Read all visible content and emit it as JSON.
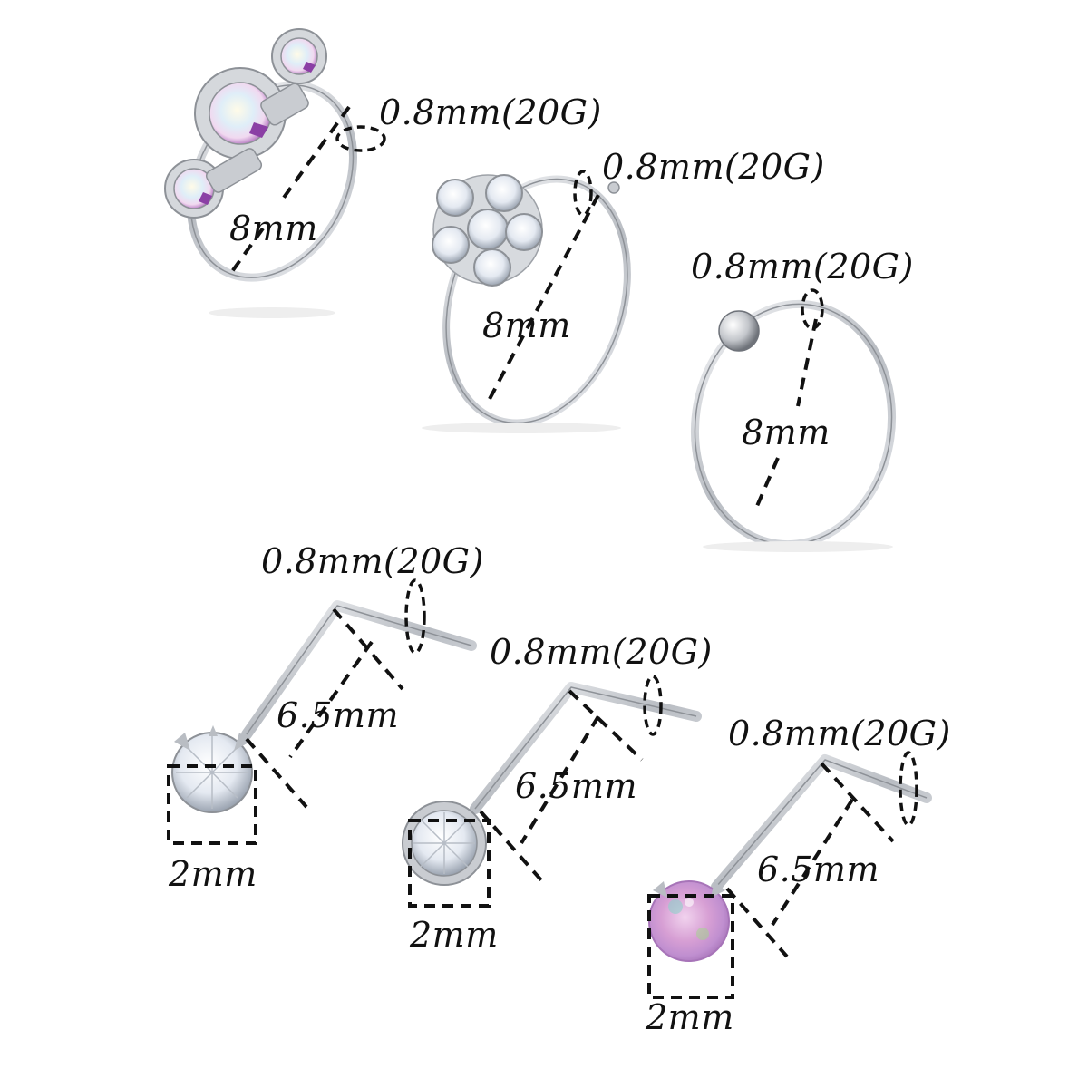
{
  "colors": {
    "background": "#ffffff",
    "metal": "#c9ccd1",
    "metal_dark": "#8d9197",
    "opal": "#d9a9d6",
    "crystal": "#eef2f8",
    "ink": "#111111"
  },
  "products": {
    "top": {
      "jeweled_ring": {
        "gauge_label": "0.8mm(20G)",
        "diameter_label": "8mm"
      },
      "flower_ring": {
        "gauge_label": "0.8mm(20G)",
        "diameter_label": "8mm"
      },
      "ball_ring": {
        "gauge_label": "0.8mm(20G)",
        "diameter_label": "8mm"
      }
    },
    "bottom": {
      "l_stud_prong": {
        "gauge_label": "0.8mm(20G)",
        "length_label": "6.5mm",
        "gem_label": "2mm"
      },
      "l_stud_bezel": {
        "gauge_label": "0.8mm(20G)",
        "length_label": "6.5mm",
        "gem_label": "2mm"
      },
      "l_stud_opal": {
        "gauge_label": "0.8mm(20G)",
        "length_label": "6.5mm",
        "gem_label": "2mm"
      }
    }
  }
}
